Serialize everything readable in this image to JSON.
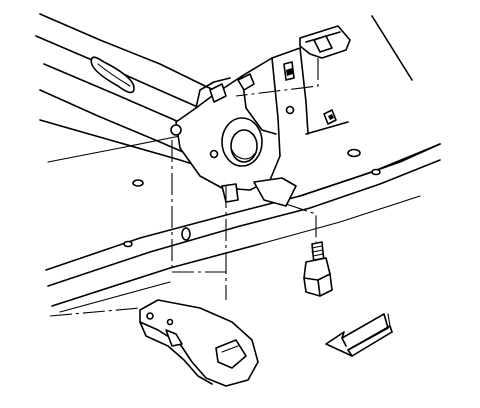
{
  "diagram": {
    "kind": "exploded-view line illustration",
    "text_labels": [],
    "parts": [
      "frame-rail",
      "crossmember",
      "torsion-bar-adjuster-bracket",
      "retainer-clip",
      "adjuster-bolt",
      "torsion-bar-key"
    ],
    "direction_indicator": "front-of-vehicle-arrow",
    "arrow_direction": "down-left"
  },
  "colors": {
    "line": "#000000",
    "background": "#ffffff"
  }
}
